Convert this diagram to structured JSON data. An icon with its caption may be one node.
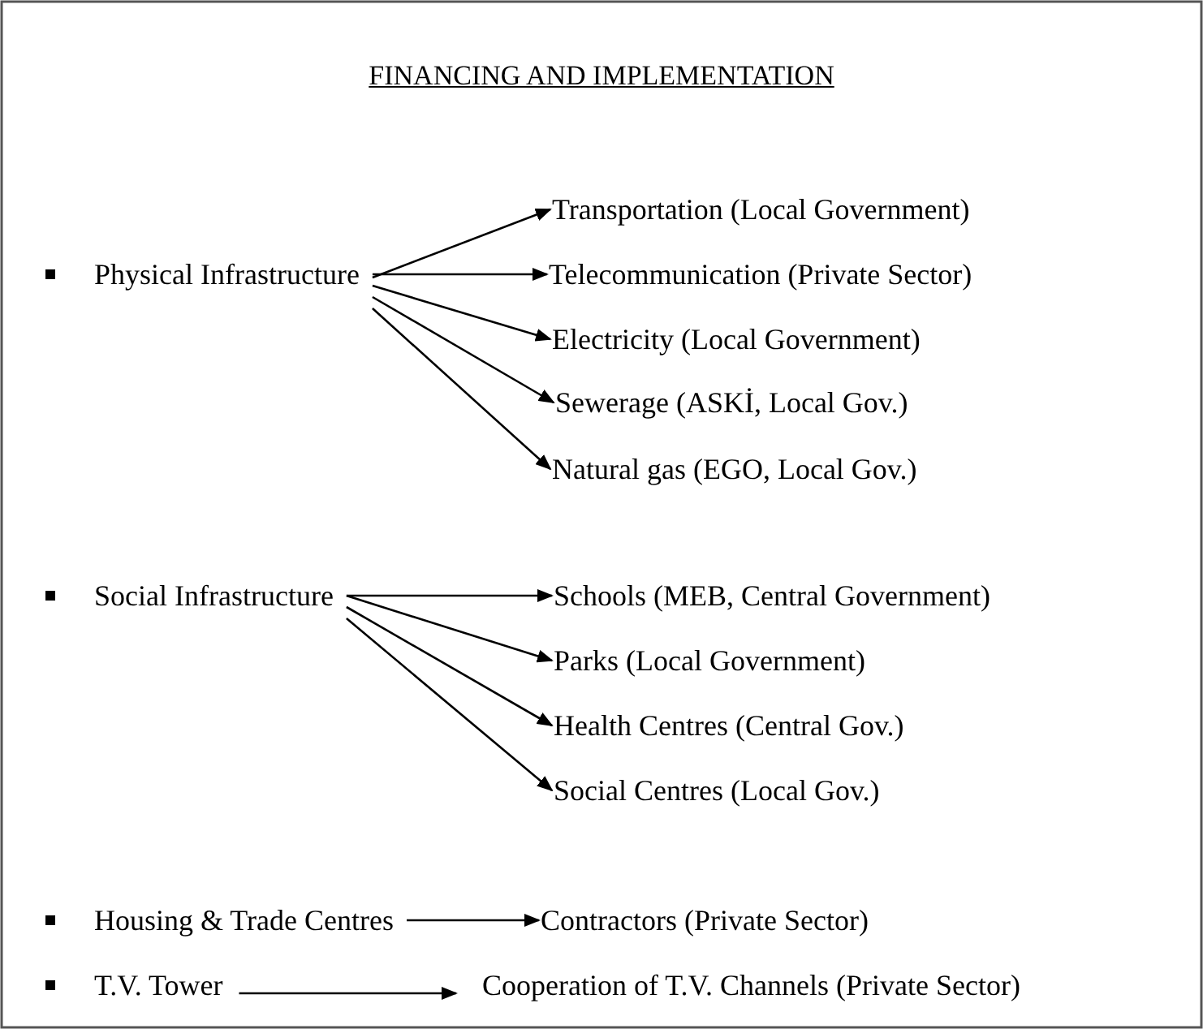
{
  "diagram": {
    "title": "FINANCING AND IMPLEMENTATION",
    "nodes": [
      {
        "text": [
          "Physical Infrastructure"
        ]
      },
      {
        "text": [
          "Transportation (Local Government)"
        ]
      },
      {
        "text": [
          "Telecommunication (Private Sector)"
        ]
      },
      {
        "text": [
          "Electricity (Local Government)"
        ]
      },
      {
        "text": [
          "Sewerage (ASKİ, Local Gov.)"
        ]
      },
      {
        "text": [
          "Natural gas (EGO, Local Gov.)"
        ]
      },
      {
        "text": [
          "Social Infrastructure"
        ]
      },
      {
        "text": [
          "Schools (MEB, Central Government)"
        ]
      },
      {
        "text": [
          "Parks (Local Government)"
        ]
      },
      {
        "text": [
          "Health Centres (Central Gov.)"
        ]
      },
      {
        "text": [
          "Social Centres (Local Gov.)"
        ]
      },
      {
        "text": [
          "Housing & Trade Centres"
        ]
      },
      {
        "text": [
          "Contractors (Private Sector)"
        ]
      },
      {
        "text": [
          "T.V. Tower"
        ]
      },
      {
        "text": [
          "Cooperation of T.V. Channels (Private Sector)"
        ]
      }
    ],
    "edges": [
      {
        "from": 0,
        "to": 1,
        "arrow": "to"
      },
      {
        "from": 0,
        "to": 2,
        "arrow": "to"
      },
      {
        "from": 0,
        "to": 3,
        "arrow": "to"
      },
      {
        "from": 0,
        "to": 4,
        "arrow": "to"
      },
      {
        "from": 0,
        "to": 5,
        "arrow": "to"
      },
      {
        "from": 6,
        "to": 7,
        "arrow": "to"
      },
      {
        "from": 6,
        "to": 8,
        "arrow": "to"
      },
      {
        "from": 6,
        "to": 9,
        "arrow": "to"
      },
      {
        "from": 6,
        "to": 10,
        "arrow": "to"
      },
      {
        "from": 11,
        "to": 12,
        "arrow": "to"
      },
      {
        "from": 13,
        "to": 14,
        "arrow": "to"
      }
    ]
  }
}
